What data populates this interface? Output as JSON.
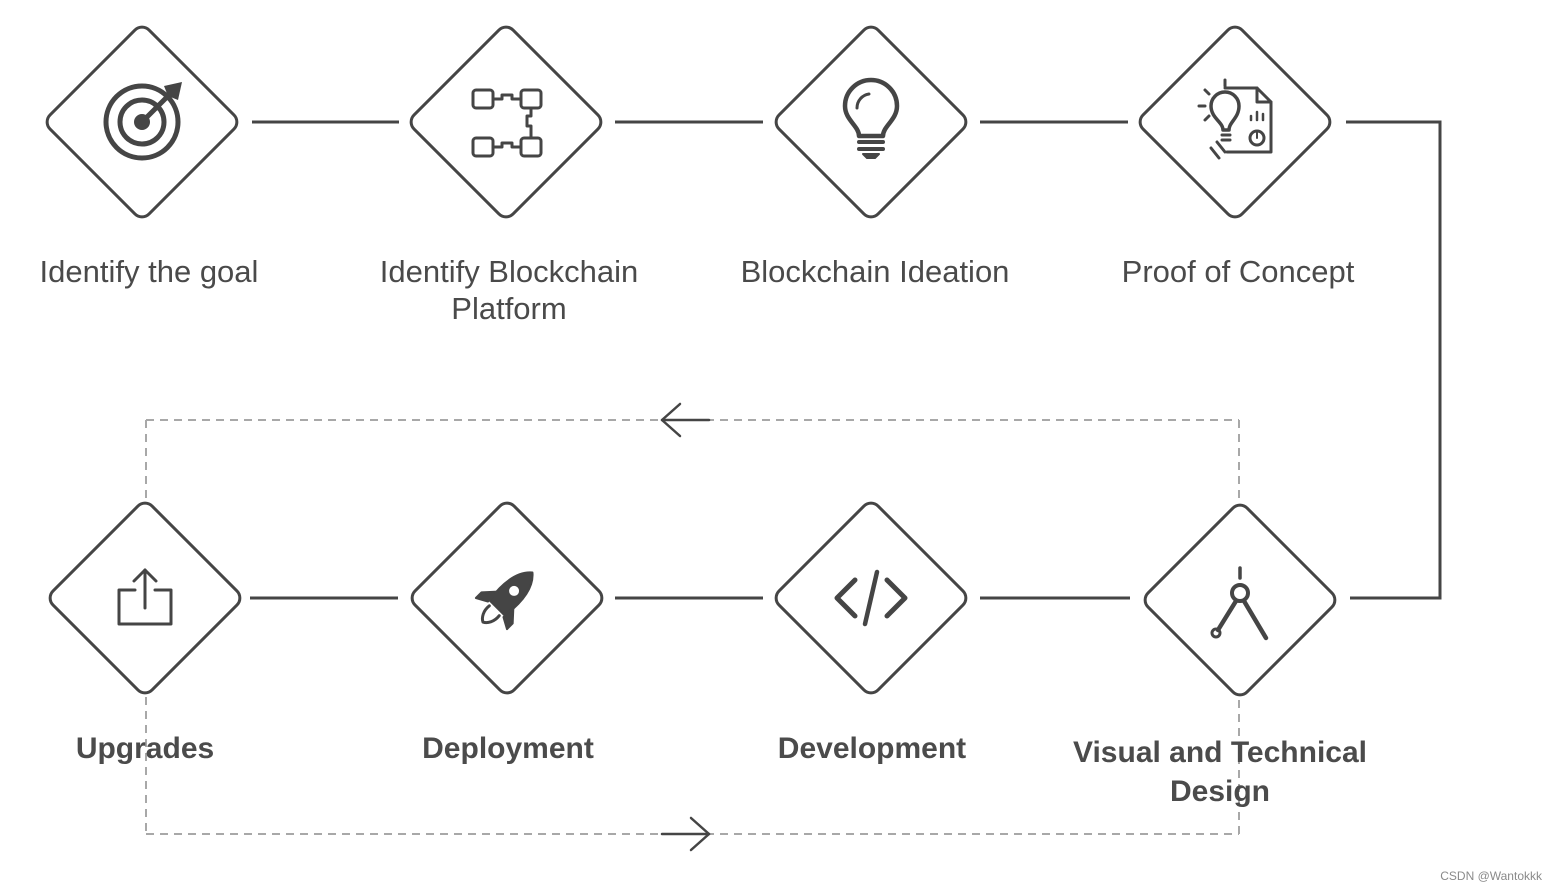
{
  "steps": [
    {
      "id": "identify-goal",
      "icon": "target-icon",
      "lines": [
        "Identify the goal"
      ]
    },
    {
      "id": "identify-platform",
      "icon": "blockchain-network-icon",
      "lines": [
        "Identify Blockchain",
        "Platform"
      ]
    },
    {
      "id": "ideation",
      "icon": "lightbulb-icon",
      "lines": [
        "Blockchain Ideation"
      ]
    },
    {
      "id": "proof-of-concept",
      "icon": "idea-document-icon",
      "lines": [
        "Proof of Concept"
      ]
    },
    {
      "id": "visual-technical-design",
      "icon": "compass-icon",
      "lines": [
        "Visual and Technical",
        "Design"
      ]
    },
    {
      "id": "development",
      "icon": "code-icon",
      "lines": [
        "Development"
      ]
    },
    {
      "id": "deployment",
      "icon": "rocket-icon",
      "lines": [
        "Deployment"
      ]
    },
    {
      "id": "upgrades",
      "icon": "upload-icon",
      "lines": [
        "Upgrades"
      ]
    }
  ],
  "colors": {
    "stroke": "#454545",
    "text": "#4a4a4a",
    "dashed": "#a8a8a8"
  },
  "watermark": "CSDN @Wantokkk"
}
